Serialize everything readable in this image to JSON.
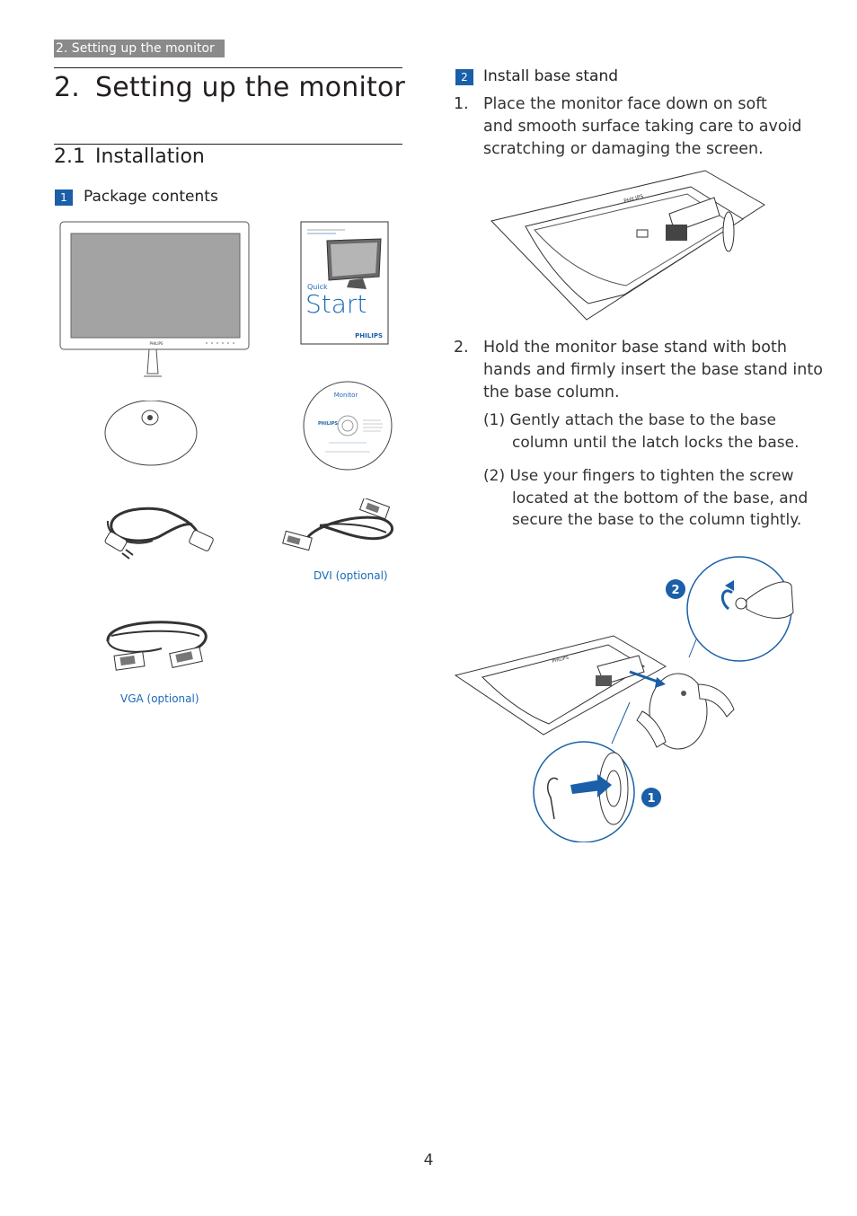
{
  "breadcrumb": "2. Setting up the monitor",
  "chapter": {
    "number": "2.",
    "title": "Setting up the monitor"
  },
  "section": {
    "number": "2.1",
    "title": "Installation"
  },
  "step1": {
    "badge": "1",
    "title": "Package contents"
  },
  "package": {
    "quickstart_quick": "Quick",
    "quickstart_start": "Start",
    "brand": "PHILIPS",
    "cd_title": "Monitor",
    "dvi_caption": "DVI (optional)",
    "vga_caption": "VGA (optional)"
  },
  "step2": {
    "badge": "2",
    "title": "Install base stand",
    "item1_num": "1.",
    "item1_lines": [
      "Place the monitor face down on soft",
      "and smooth surface taking care to avoid",
      "scratching or damaging the screen."
    ],
    "item2_num": "2.",
    "item2_lines": [
      "Hold the monitor base stand with both",
      "hands and firmly insert the base stand into",
      "the base column."
    ],
    "sub1_lines": [
      "(1) Gently attach the base to the base",
      "column until the latch locks the base."
    ],
    "sub2_lines": [
      "(2) Use your fingers to tighten the screw",
      "located at the bottom of the base, and",
      "secure the base to the column tightly."
    ],
    "callout_1": "1",
    "callout_2": "2"
  },
  "page_number": "4",
  "colors": {
    "accent": "#1a5fa8",
    "breadcrumb_bg": "#8a8a8a"
  }
}
